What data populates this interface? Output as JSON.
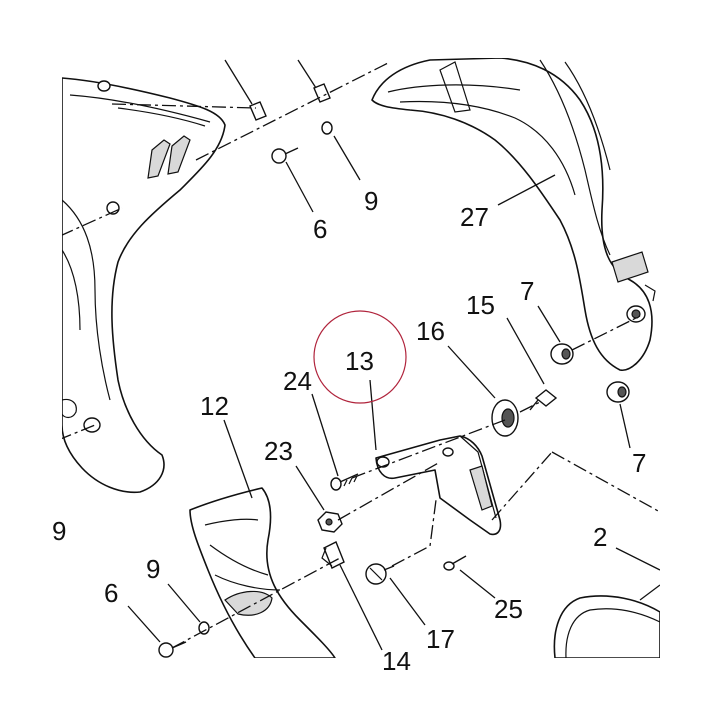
{
  "diagram": {
    "highlight_color": "#b0243c",
    "line_color": "#111111",
    "callouts": {
      "c1": "13",
      "c2": "16",
      "c3": "15",
      "c4": "7",
      "c5": "7",
      "c6": "24",
      "c7": "12",
      "c8": "23",
      "c9": "9",
      "c10": "6",
      "c11": "9",
      "c12": "6",
      "c13": "27",
      "c14": "2",
      "c15": "17",
      "c16": "25",
      "c17": "14",
      "c18": "9"
    }
  }
}
